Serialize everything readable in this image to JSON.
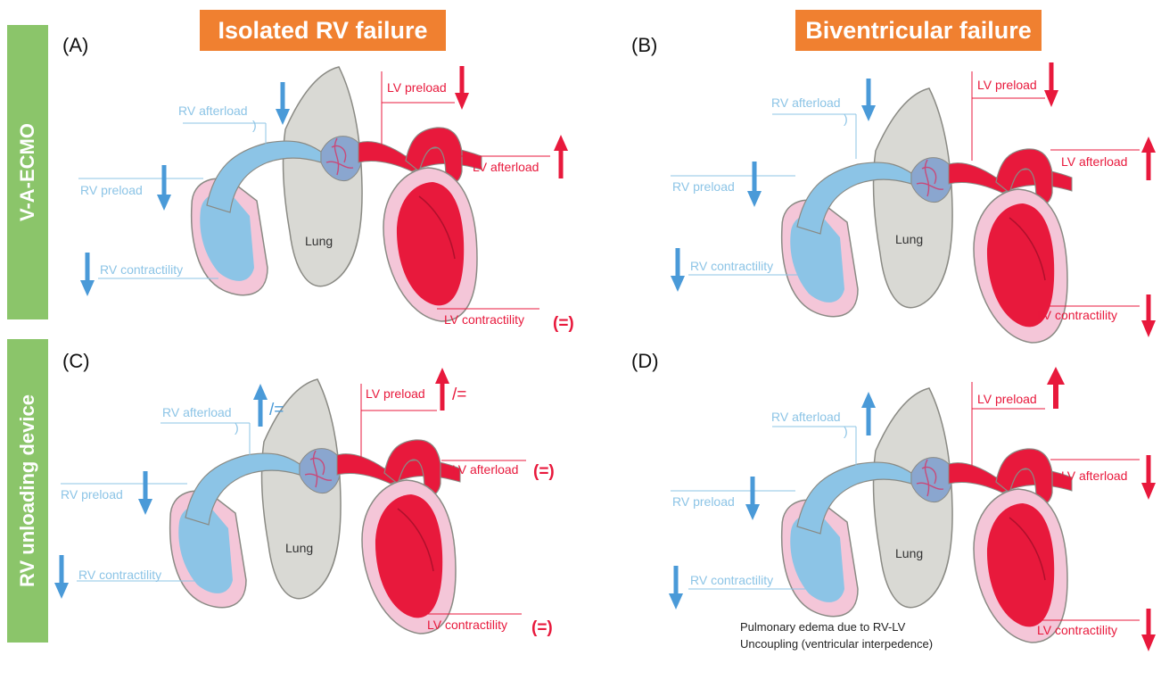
{
  "columns": {
    "a": "Isolated RV failure",
    "b": "Biventricular failure"
  },
  "rows": {
    "top": "V-A-ECMO",
    "bottom": "RV unloading device"
  },
  "panels": {
    "a": {
      "label": "(A)",
      "rv_afterload": "RV afterload",
      "rv_preload": "RV preload",
      "rv_contractility": "RV contractility",
      "lv_preload": "LV preload",
      "lv_afterload": "LV afterload",
      "lv_contractility": "LV contractility",
      "lung": "Lung",
      "lv_contractility_mark": "(=)"
    },
    "b": {
      "label": "(B)",
      "rv_afterload": "RV afterload",
      "rv_preload": "RV preload",
      "rv_contractility": "RV contractility",
      "lv_preload": "LV preload",
      "lv_afterload": "LV afterload",
      "lv_contractility": "LV contractility",
      "lung": "Lung"
    },
    "c": {
      "label": "(C)",
      "rv_afterload": "RV afterload",
      "rv_preload": "RV preload",
      "rv_contractility": "RV contractility",
      "lv_preload": "LV preload",
      "lv_afterload": "LV afterload",
      "lv_contractility": "LV contractility",
      "lung": "Lung",
      "rv_afterload_mark": "/=",
      "lv_preload_mark": "/=",
      "lv_afterload_mark": "(=)",
      "lv_contractility_mark": "(=)"
    },
    "d": {
      "label": "(D)",
      "rv_afterload": "RV afterload",
      "rv_preload": "RV preload",
      "rv_contractility": "RV contractility",
      "lv_preload": "LV preload",
      "lv_afterload": "LV afterload",
      "lv_contractility": "LV contractility",
      "lung": "Lung",
      "note_line1": "Pulmonary edema due to RV-LV",
      "note_line2": "Uncoupling (ventricular interpedence)"
    }
  },
  "colors": {
    "rv": "#8cc4e6",
    "lv": "#e8193c",
    "arrow_blue": "#4a9ad8",
    "lung": "#d9d9d4",
    "header": "#f08030",
    "sidebar": "#8bc56a"
  }
}
